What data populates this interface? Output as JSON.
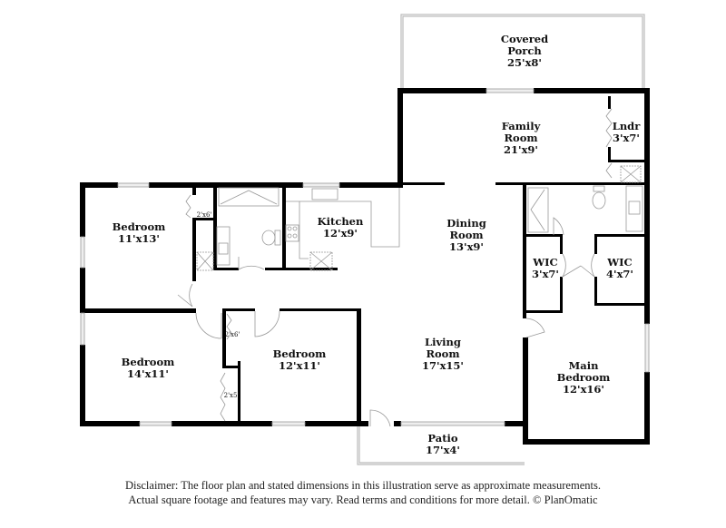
{
  "rooms": [
    {
      "id": "covered-porch",
      "name_lines": [
        "Covered",
        "Porch"
      ],
      "dims": "25'x8'"
    },
    {
      "id": "family-room",
      "name_lines": [
        "Family",
        "Room"
      ],
      "dims": "21'x9'"
    },
    {
      "id": "laundry",
      "name_lines": [
        "Lndr"
      ],
      "dims": "3'x7'"
    },
    {
      "id": "bedroom-1",
      "name_lines": [
        "Bedroom"
      ],
      "dims": "11'x13'"
    },
    {
      "id": "kitchen",
      "name_lines": [
        "Kitchen"
      ],
      "dims": "12'x9'"
    },
    {
      "id": "dining-room",
      "name_lines": [
        "Dining",
        "Room"
      ],
      "dims": "13'x9'"
    },
    {
      "id": "wic-1",
      "name_lines": [
        "WIC"
      ],
      "dims": "3'x7'"
    },
    {
      "id": "wic-2",
      "name_lines": [
        "WIC"
      ],
      "dims": "4'x7'"
    },
    {
      "id": "bedroom-2",
      "name_lines": [
        "Bedroom"
      ],
      "dims": "14'x11'"
    },
    {
      "id": "bedroom-3",
      "name_lines": [
        "Bedroom"
      ],
      "dims": "12'x11'"
    },
    {
      "id": "living-room",
      "name_lines": [
        "Living",
        "Room"
      ],
      "dims": "17'x15'"
    },
    {
      "id": "main-bedroom",
      "name_lines": [
        "Main",
        "Bedroom"
      ],
      "dims": "12'x16'"
    },
    {
      "id": "patio",
      "name_lines": [
        "Patio"
      ],
      "dims": "17'x4'"
    }
  ],
  "closets": [
    {
      "id": "closet-bedroom-1",
      "dims": "2'x6'"
    },
    {
      "id": "closet-hall",
      "dims": "2'x6'"
    },
    {
      "id": "closet-bedroom-2",
      "dims": "2'x5'"
    }
  ],
  "disclaimer": {
    "line1": "Disclaimer: The floor plan and stated dimensions in this illustration serve as approximate measurements.",
    "line2": "Actual square footage and features may vary. Read terms and conditions for more detail. © PlanOmatic"
  },
  "colors": {
    "wall": "#000000",
    "outline": "#bbbbbb",
    "window": "#dddddd"
  }
}
